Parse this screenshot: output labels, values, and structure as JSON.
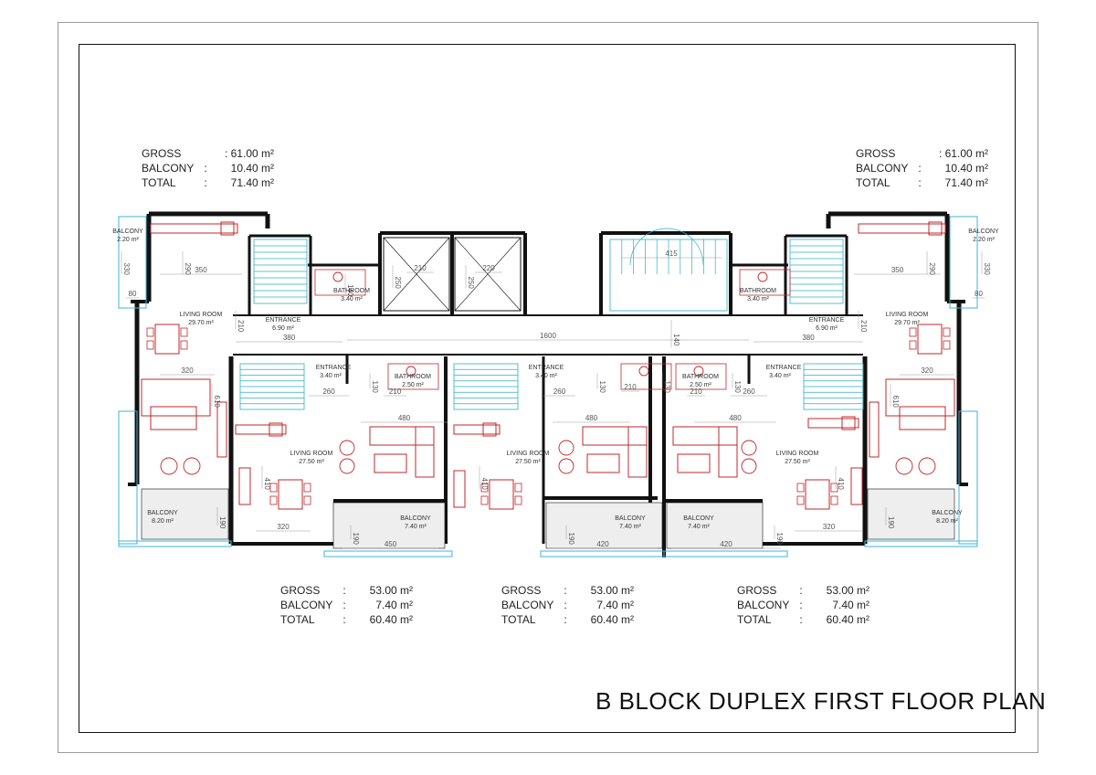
{
  "title": "B BLOCK DUPLEX FIRST FLOOR PLAN",
  "area_tables": [
    {
      "id": "top-left",
      "rows": [
        {
          "k": "GROSS",
          "c": "",
          "v": ": 61.00 m²"
        },
        {
          "k": "BALCONY",
          "c": ":",
          "v": "10.40 m²"
        },
        {
          "k": "TOTAL",
          "c": ":",
          "v": "71.40 m²"
        }
      ]
    },
    {
      "id": "top-right",
      "rows": [
        {
          "k": "GROSS",
          "c": "",
          "v": ": 61.00 m²"
        },
        {
          "k": "BALCONY",
          "c": ":",
          "v": "10.40 m²"
        },
        {
          "k": "TOTAL",
          "c": ":",
          "v": "71.40 m²"
        }
      ]
    },
    {
      "id": "bottom-left",
      "rows": [
        {
          "k": "GROSS",
          "c": ":",
          "v": "53.00 m²"
        },
        {
          "k": "BALCONY",
          "c": ":",
          "v": "7.40 m²"
        },
        {
          "k": "TOTAL",
          "c": ":",
          "v": "60.40 m²"
        }
      ]
    },
    {
      "id": "bottom-center",
      "rows": [
        {
          "k": "GROSS",
          "c": ":",
          "v": "53.00 m²"
        },
        {
          "k": "BALCONY",
          "c": ":",
          "v": "7.40 m²"
        },
        {
          "k": "TOTAL",
          "c": ":",
          "v": "60.40 m²"
        }
      ]
    },
    {
      "id": "bottom-right",
      "rows": [
        {
          "k": "GROSS",
          "c": ":",
          "v": "53.00 m²"
        },
        {
          "k": "BALCONY",
          "c": ":",
          "v": "7.40 m²"
        },
        {
          "k": "TOTAL",
          "c": ":",
          "v": "60.40 m²"
        }
      ]
    }
  ],
  "room_labels": {
    "balcony": "BALCONY",
    "bathroom": "BATHROOM",
    "living_room": "LIVING ROOM",
    "entrance": "ENTRANCE",
    "area_220": "2.20 m²",
    "area_340": "3.40 m²",
    "area_2970": "29.70 m²",
    "area_690": "6.90 m²",
    "area_250": "2.50 m²",
    "area_2750": "27.50 m²",
    "area_820": "8.20 m²",
    "area_740": "7.40 m²"
  },
  "dimensions": {
    "d1600": "1600",
    "d415": "415",
    "d140": "140",
    "d380": "380",
    "d350": "350",
    "d290": "290",
    "d330": "330",
    "d80": "80",
    "d210": "210",
    "d250": "250",
    "d220": "220",
    "d320": "320",
    "d610": "610",
    "d260": "260",
    "d480": "480",
    "d410": "410",
    "d190": "190",
    "d450": "450",
    "d420": "420",
    "d130": "130"
  },
  "colors": {
    "wall": "#111111",
    "furniture": "#c0282b",
    "glazing": "#3fb3d9",
    "stair": "#2ab0c8",
    "dim": "#777777"
  }
}
